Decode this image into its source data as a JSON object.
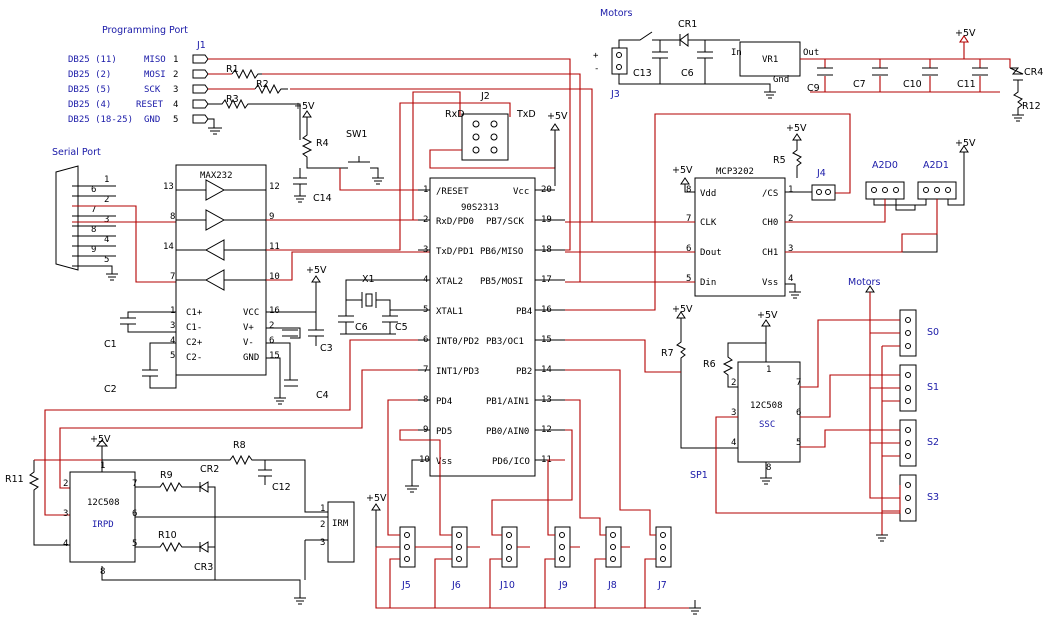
{
  "ports": {
    "programming_title": "Programming Port",
    "serial_title": "Serial Port",
    "rows": [
      {
        "db": "DB25 (11)",
        "sig": "MISO",
        "pin": "1"
      },
      {
        "db": "DB25 (2)",
        "sig": "MOSI",
        "pin": "2"
      },
      {
        "db": "DB25 (5)",
        "sig": "SCK",
        "pin": "3"
      },
      {
        "db": "DB25 (4)",
        "sig": "RESET",
        "pin": "4"
      },
      {
        "db": "DB25 (18-25)",
        "sig": "GND",
        "pin": "5"
      }
    ],
    "j1": "J1"
  },
  "serial_pins": [
    "1",
    "6",
    "2",
    "7",
    "3",
    "8",
    "4",
    "9",
    "5"
  ],
  "max232": {
    "name": "MAX232",
    "left_pins": [
      "13",
      "8",
      "14",
      "7"
    ],
    "right_pins": [
      "12",
      "9",
      "11",
      "10"
    ],
    "cap_pins": [
      {
        "pin": "1",
        "name": "C1+",
        "rname": "VCC",
        "rpin": "16"
      },
      {
        "pin": "3",
        "name": "C1-",
        "rname": "V+",
        "rpin": "2"
      },
      {
        "pin": "4",
        "name": "C2+",
        "rname": "V-",
        "rpin": "6"
      },
      {
        "pin": "5",
        "name": "C2-",
        "rname": "GND",
        "rpin": "15"
      }
    ]
  },
  "mcu": {
    "name": "90S2313",
    "left": [
      {
        "pin": "1",
        "name": "/RESET"
      },
      {
        "pin": "2",
        "name": "RxD/PD0"
      },
      {
        "pin": "3",
        "name": "TxD/PD1"
      },
      {
        "pin": "4",
        "name": "XTAL2"
      },
      {
        "pin": "5",
        "name": "XTAL1"
      },
      {
        "pin": "6",
        "name": "INT0/PD2"
      },
      {
        "pin": "7",
        "name": "INT1/PD3"
      },
      {
        "pin": "8",
        "name": "PD4"
      },
      {
        "pin": "9",
        "name": "PD5"
      },
      {
        "pin": "10",
        "name": "Vss"
      }
    ],
    "right": [
      {
        "pin": "20",
        "name": "Vcc"
      },
      {
        "pin": "19",
        "name": "PB7/SCK"
      },
      {
        "pin": "18",
        "name": "PB6/MISO"
      },
      {
        "pin": "17",
        "name": "PB5/MOSI"
      },
      {
        "pin": "16",
        "name": "PB4"
      },
      {
        "pin": "15",
        "name": "PB3/OC1"
      },
      {
        "pin": "14",
        "name": "PB2"
      },
      {
        "pin": "13",
        "name": "PB1/AIN1"
      },
      {
        "pin": "12",
        "name": "PB0/AIN0"
      },
      {
        "pin": "11",
        "name": "PD6/ICO"
      }
    ]
  },
  "adc": {
    "name": "MCP3202",
    "left": [
      {
        "pin": "8",
        "name": "Vdd"
      },
      {
        "pin": "7",
        "name": "CLK"
      },
      {
        "pin": "6",
        "name": "Dout"
      },
      {
        "pin": "5",
        "name": "Din"
      }
    ],
    "right": [
      {
        "pin": "1",
        "name": "/CS"
      },
      {
        "pin": "2",
        "name": "CH0"
      },
      {
        "pin": "3",
        "name": "CH1"
      },
      {
        "pin": "4",
        "name": "Vss"
      }
    ]
  },
  "irpd": {
    "part": "12C508",
    "name": "IRPD",
    "pins": [
      "1",
      "2",
      "3",
      "4",
      "7",
      "6",
      "5",
      "8"
    ]
  },
  "ssc": {
    "part": "12C508",
    "name": "SSC",
    "pins": [
      "1",
      "2",
      "3",
      "4",
      "7",
      "6",
      "5",
      "8"
    ]
  },
  "irm": {
    "name": "IRM",
    "pins": [
      "1",
      "2",
      "3"
    ]
  },
  "vr": {
    "name": "VR1",
    "in": "In",
    "out": "Out",
    "gnd": "Gnd"
  },
  "labels": {
    "motors": "Motors",
    "plus5": "+5V",
    "plus": "+",
    "minus": "-",
    "R1": "R1",
    "R2": "R2",
    "R3": "R3",
    "R4": "R4",
    "R5": "R5",
    "R6": "R6",
    "R7": "R7",
    "R8": "R8",
    "R9": "R9",
    "R10": "R10",
    "R11": "R11",
    "R12": "R12",
    "C1": "C1",
    "C2": "C2",
    "C3": "C3",
    "C4": "C4",
    "C5": "C5",
    "C6": "C6",
    "C7": "C7",
    "C9": "C9",
    "C10": "C10",
    "C11": "C11",
    "C12": "C12",
    "C13": "C13",
    "C14": "C14",
    "CR1": "CR1",
    "CR2": "CR2",
    "CR3": "CR3",
    "CR4": "CR4",
    "SW1": "SW1",
    "X1": "X1",
    "SP1": "SP1",
    "J2": "J2",
    "J3": "J3",
    "J4": "J4",
    "J5": "J5",
    "J6": "J6",
    "J7": "J7",
    "J8": "J8",
    "J9": "J9",
    "J10": "J10",
    "RxD": "RxD",
    "TxD": "TxD",
    "A2D0": "A2D0",
    "A2D1": "A2D1",
    "S0": "S0",
    "S1": "S1",
    "S2": "S2",
    "S3": "S3"
  }
}
